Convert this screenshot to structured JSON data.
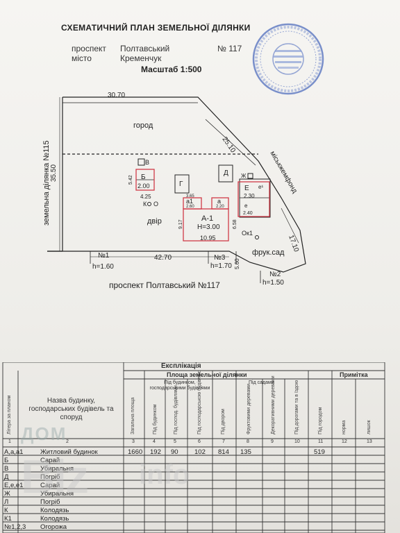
{
  "header": {
    "title": "СХЕМАТИЧНИЙ ПЛАН ЗЕМЕЛЬНОЇ ДІЛЯНКИ",
    "street_label": "проспект",
    "street_value": "Полтавський",
    "city_label": "місто",
    "city_value": "Кременчук",
    "number": "№ 117",
    "scale": "Масштаб 1:500"
  },
  "plan": {
    "dim_top": "30.70",
    "dim_diag": "25.10",
    "dim_left": "35.50",
    "dim_bottom": "42.70",
    "dim_right": "17.10",
    "dim_5_60": "5.60",
    "label_garden": "город",
    "label_yard": "двір",
    "label_orchard": "фрук.сад",
    "label_left_neighbor": "земельна ділянка №115",
    "label_right_neighbor": "міськжемфонд",
    "label_street": "проспект Полтавський №117",
    "fence1": "№1",
    "fence1_h": "h=1.60",
    "fence2": "№2",
    "fence2_h": "h=1.50",
    "fence3": "№3",
    "fence3_h": "h=1.70",
    "bldg_B": "Б",
    "bldg_B_h": "2.00",
    "bldg_B_dim1": "5.42",
    "bldg_B_dim2": "4.25",
    "bldg_V": "В",
    "bldg_G": "Г",
    "bldg_D": "Д",
    "bldg_Zh": "Ж",
    "bldg_E": "Е",
    "bldg_E_h": "2.30",
    "bldg_e1": "е¹",
    "bldg_e": "е",
    "bldg_e_h": "2.40",
    "bldg_A1": "А-1",
    "bldg_A1_h": "Н=3.00",
    "bldg_A1_w": "10.95",
    "bldg_A1_d": "9.17",
    "bldg_a1": "а1",
    "bldg_a1_h": "2.60",
    "bldg_a": "а",
    "bldg_a_h": "2.20",
    "dim_6_58": "6.58",
    "dim_3_65": "3.65",
    "label_K": "К",
    "label_O": "О",
    "label_Ok1": "Ок1"
  },
  "table": {
    "title": "Експлікація",
    "area_header": "Площа земельної ділянки",
    "note_header": "Примітка",
    "sub_buildings": "Під будинком, господарськими будівлями",
    "sub_gardens": "Під садами",
    "col_name": "Назва будинку, господарських будівель та споруд",
    "col_letter": "Літера за планом",
    "col_total": "Загальна площа",
    "col_c4": "Під будинком",
    "col_c5": "Під господ. будівлями",
    "col_c6": "Під господарською будівлею",
    "col_yard": "Під двором",
    "col_fruit": "Фруктовими деревами",
    "col_decor": "Декоративними деревами",
    "col_roads": "Під дорогами та в їздою",
    "col_gardens": "Під городом",
    "col_note1": "норма",
    "col_note2": "лишок",
    "col_numbers": [
      "1",
      "2",
      "3",
      "4",
      "5",
      "6",
      "7",
      "8",
      "9",
      "10",
      "11",
      "12",
      "13"
    ],
    "rows": [
      {
        "letter": "А,а,а1",
        "name": "Житловий будинок",
        "total": "1660",
        "c4": "192",
        "c5": "90",
        "c6": "102",
        "yard": "814",
        "fruit": "135",
        "gardens": "519"
      },
      {
        "letter": "Б",
        "name": "Сарай"
      },
      {
        "letter": "В",
        "name": "Убиральня"
      },
      {
        "letter": "Д",
        "name": "Погріб"
      },
      {
        "letter": "Е,е,е1",
        "name": "Сарай"
      },
      {
        "letter": "Ж",
        "name": "Убиральня"
      },
      {
        "letter": "Л",
        "name": "Погріб"
      },
      {
        "letter": "К",
        "name": "Колодязь"
      },
      {
        "letter": "К1",
        "name": "Колодязь"
      },
      {
        "letter": "№1,2,3",
        "name": "Огорожа"
      }
    ]
  },
  "watermark": {
    "line1": "ДОМ",
    "line2": "Biz",
    "line3": "info"
  },
  "colors": {
    "ink": "#222222",
    "stamp": "#3f5fb0",
    "building_outline": "#d03a48"
  }
}
